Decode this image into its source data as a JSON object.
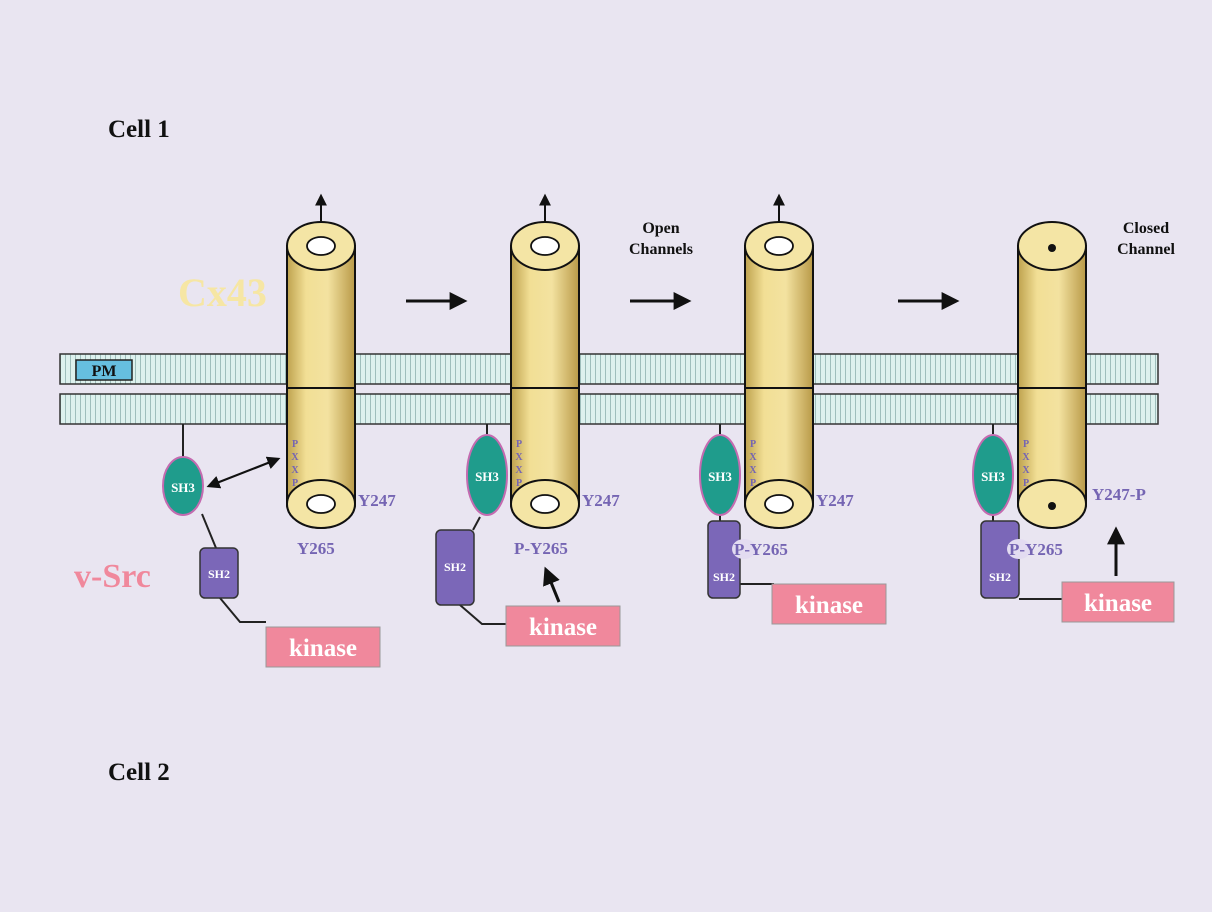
{
  "labels": {
    "cell1": "Cell 1",
    "cell2": "Cell 2",
    "cx43": "Cx43",
    "vsrc": "v-Src",
    "pm": "PM",
    "open_channels_line1": "Open",
    "open_channels_line2": "Channels",
    "closed_channel_line1": "Closed",
    "closed_channel_line2": "Channel"
  },
  "stages": [
    {
      "pxxp": [
        "P",
        "X",
        "X",
        "P"
      ],
      "sh3": "SH3",
      "sh2": "SH2",
      "kinase": "kinase",
      "y247": "Y247",
      "y265": "Y265"
    },
    {
      "pxxp": [
        "P",
        "X",
        "X",
        "P"
      ],
      "sh3": "SH3",
      "sh2": "SH2",
      "kinase": "kinase",
      "y247": "Y247",
      "y265": "P-Y265"
    },
    {
      "pxxp": [
        "P",
        "X",
        "X",
        "P"
      ],
      "sh3": "SH3",
      "sh2": "SH2",
      "kinase": "kinase",
      "y247": "Y247",
      "y265": "P-Y265"
    },
    {
      "pxxp": [
        "P",
        "X",
        "X",
        "P"
      ],
      "sh3": "SH3",
      "sh2": "SH2",
      "kinase": "kinase",
      "y247": "Y247-P",
      "y265": "P-Y265"
    }
  ],
  "colors": {
    "background": "#e9e5f1",
    "cylinder": "#f1dd8c",
    "membrane": "#ddf1ee",
    "sh3": "#1f9c8c",
    "sh2": "#7b67b8",
    "kinase": "#f0889c",
    "vsrc": "#f0889c",
    "cx43": "#f6e6a4",
    "site_label": "#7565b3",
    "pm_box": "#66bfe0"
  }
}
